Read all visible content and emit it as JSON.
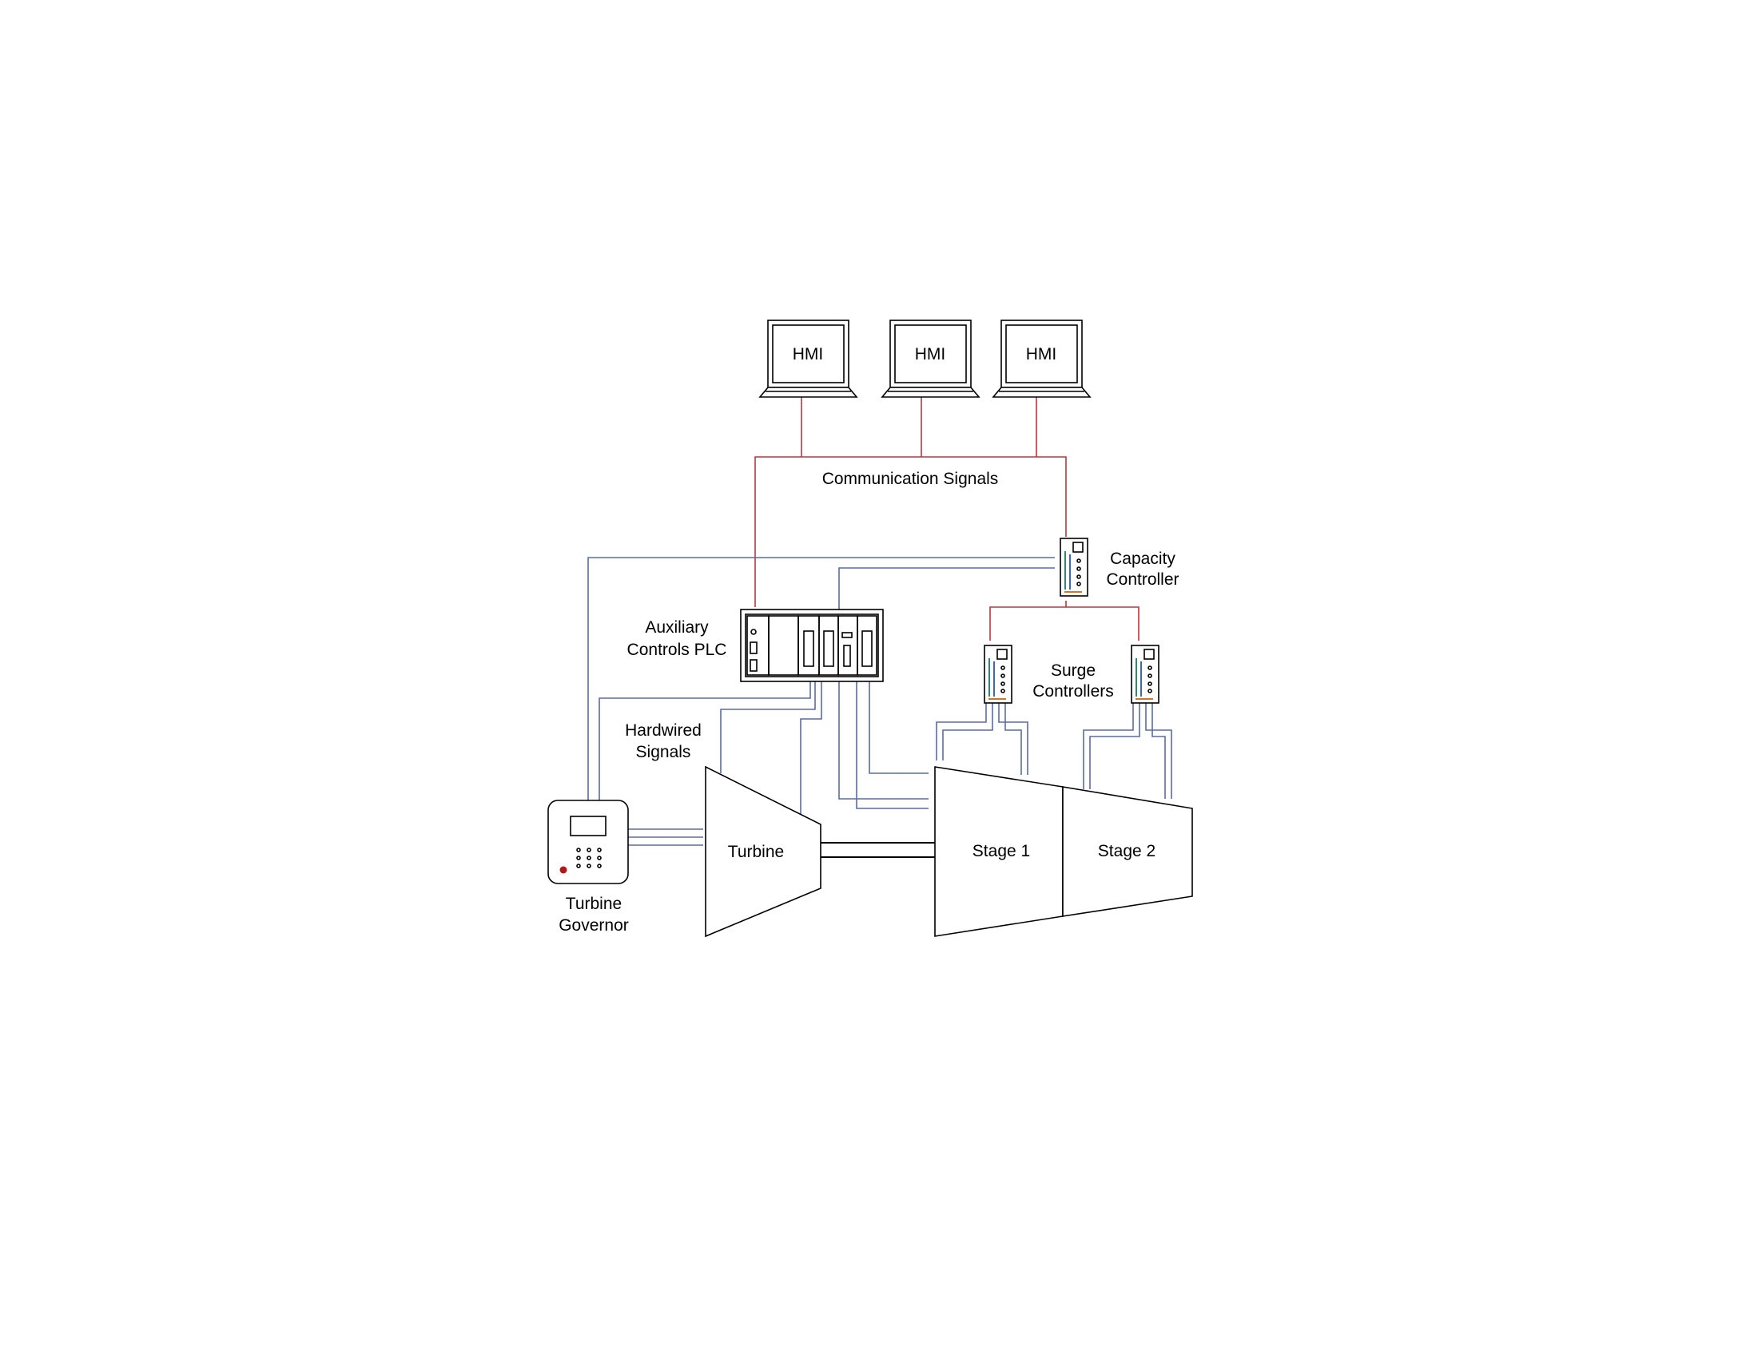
{
  "labels": {
    "hmi_1": "HMI",
    "hmi_2": "HMI",
    "hmi_3": "HMI",
    "communication_signals": "Communication Signals",
    "capacity_controller_line1": "Capacity",
    "capacity_controller_line2": "Controller",
    "aux_plc_line1": "Auxiliary",
    "aux_plc_line2": "Controls PLC",
    "surge_line1": "Surge",
    "surge_line2": "Controllers",
    "hardwired_line1": "Hardwired",
    "hardwired_line2": "Signals",
    "turbine": "Turbine",
    "stage_1": "Stage 1",
    "stage_2": "Stage 2",
    "governor_line1": "Turbine",
    "governor_line2": "Governor"
  },
  "colors": {
    "communication_line": "#c0343c",
    "hardwired_line": "#5a6aa8",
    "equipment_outline": "#000000",
    "indicator_red": "#b01818"
  }
}
